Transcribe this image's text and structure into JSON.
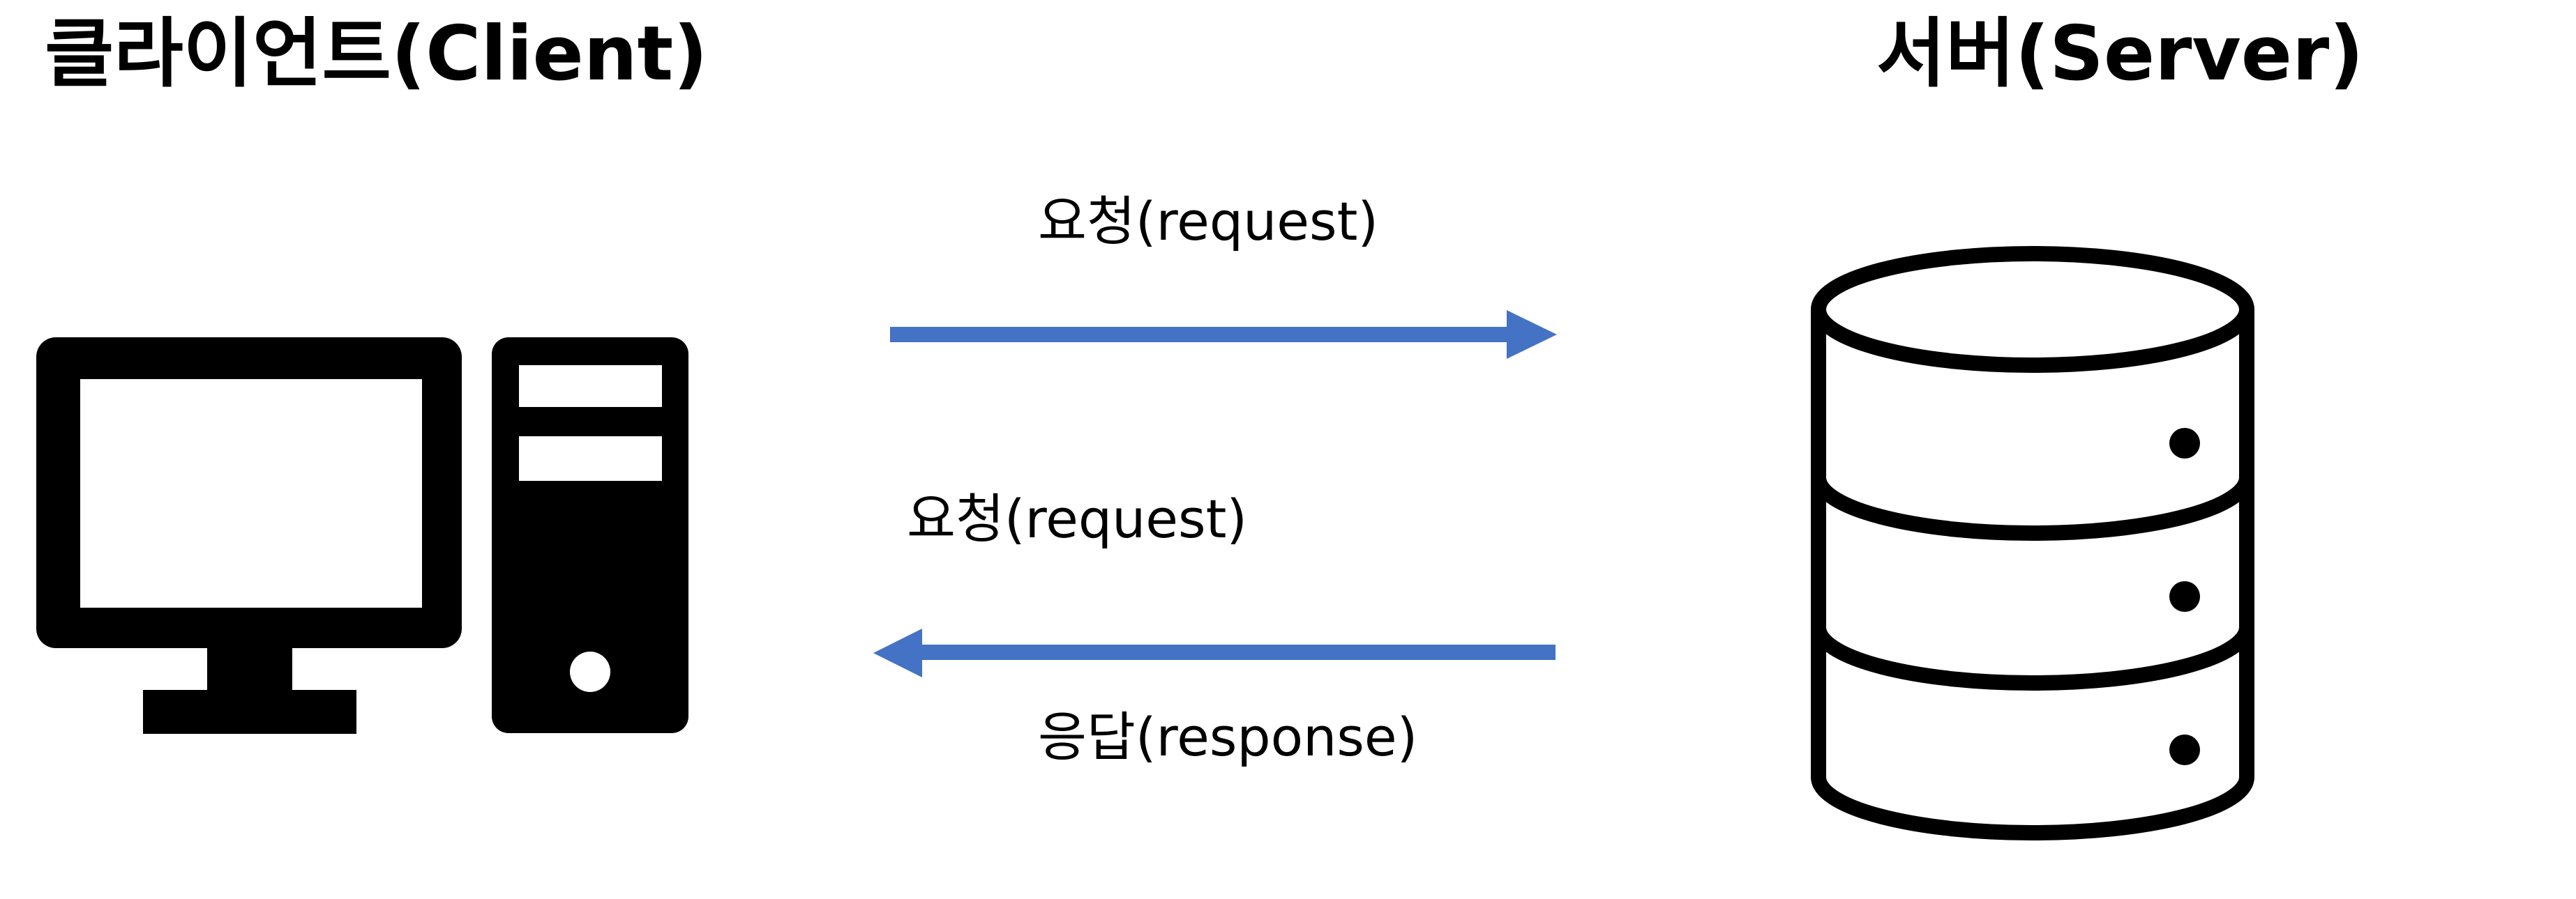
{
  "client": {
    "title": "클라이언트(Client)",
    "icon": "desktop-computer-icon"
  },
  "server": {
    "title": "서버(Server)",
    "icon": "database-server-icon"
  },
  "arrows": {
    "request_top_label": "요청(request)",
    "request_mid_label": "요청(request)",
    "response_label": "응답(response)",
    "color": "#4472C4"
  }
}
